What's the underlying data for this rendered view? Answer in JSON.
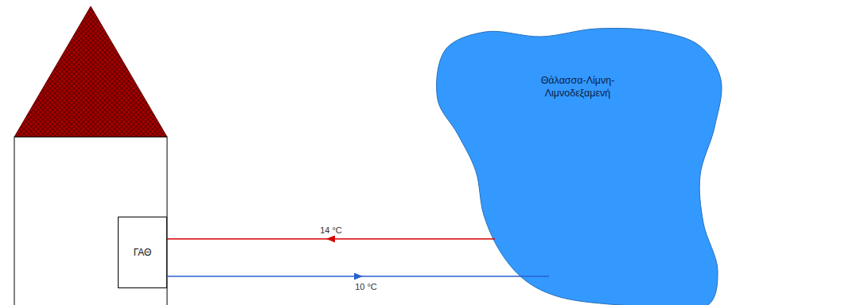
{
  "diagram": {
    "nodes": [
      {
        "text": [
          "ΓΑΘ"
        ]
      },
      {
        "text": [
          "Θάλασσα-Λίμνη- Λιμνοδεξαμενή"
        ]
      }
    ],
    "edges": [
      {
        "from": 1,
        "to": 0,
        "arrow": "to",
        "label": "14 °C"
      },
      {
        "from": 0,
        "to": 1,
        "arrow": "to",
        "label": "10 °C"
      }
    ]
  }
}
